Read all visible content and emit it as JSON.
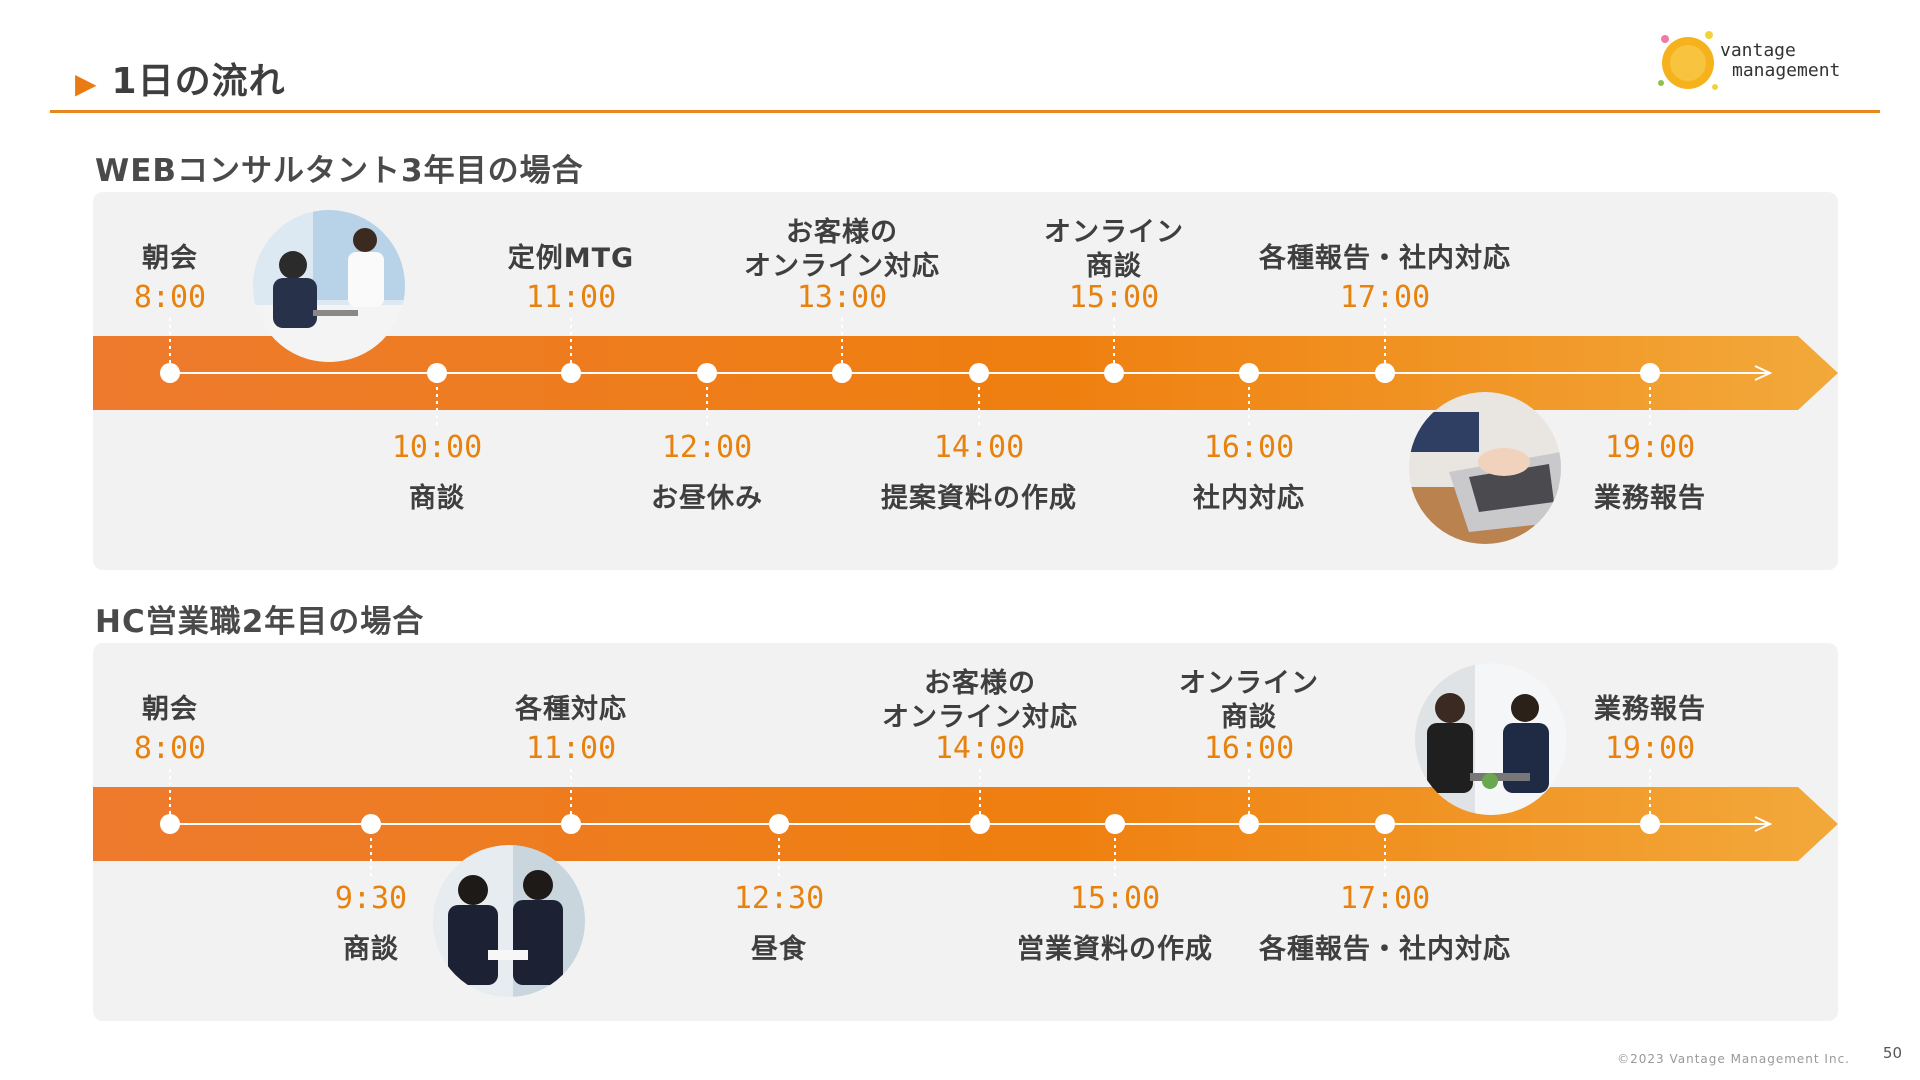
{
  "header": {
    "title": "1日の流れ"
  },
  "logo": {
    "line1": "vantage",
    "line2": "management"
  },
  "sections": [
    {
      "title": "WEBコンサルタント3年目の場合",
      "events": [
        {
          "time": "8:00",
          "label": "朝会",
          "pos": "top"
        },
        {
          "time": "10:00",
          "label": "商談",
          "pos": "bottom"
        },
        {
          "time": "11:00",
          "label": "定例MTG",
          "pos": "top"
        },
        {
          "time": "12:00",
          "label": "お昼休み",
          "pos": "bottom"
        },
        {
          "time": "13:00",
          "label": "お客様の\nオンライン対応",
          "pos": "top"
        },
        {
          "time": "14:00",
          "label": "提案資料の作成",
          "pos": "bottom"
        },
        {
          "time": "15:00",
          "label": "オンライン\n商談",
          "pos": "top"
        },
        {
          "time": "16:00",
          "label": "社内対応",
          "pos": "bottom"
        },
        {
          "time": "17:00",
          "label": "各種報告・社内対応",
          "pos": "top"
        },
        {
          "time": "19:00",
          "label": "業務報告",
          "pos": "bottom"
        }
      ]
    },
    {
      "title": "HC営業職2年目の場合",
      "events": [
        {
          "time": "8:00",
          "label": "朝会",
          "pos": "top"
        },
        {
          "time": "9:30",
          "label": "商談",
          "pos": "bottom"
        },
        {
          "time": "11:00",
          "label": "各種対応",
          "pos": "top"
        },
        {
          "time": "12:30",
          "label": "昼食",
          "pos": "bottom"
        },
        {
          "time": "14:00",
          "label": "お客様の\nオンライン対応",
          "pos": "top"
        },
        {
          "time": "15:00",
          "label": "営業資料の作成",
          "pos": "bottom"
        },
        {
          "time": "16:00",
          "label": "オンライン\n商談",
          "pos": "top"
        },
        {
          "time": "17:00",
          "label": "各種報告・社内対応",
          "pos": "bottom"
        },
        {
          "time": "19:00",
          "label": "業務報告",
          "pos": "top"
        }
      ]
    }
  ],
  "footer": {
    "copyright": "©2023 Vantage Management Inc.",
    "page": "50"
  },
  "colors": {
    "accent": "#ea7a12",
    "band_start": "#ee7a2e",
    "band_mid": "#ef7f0f",
    "band_end": "#f2a93a",
    "panel": "#f2f2f2"
  }
}
